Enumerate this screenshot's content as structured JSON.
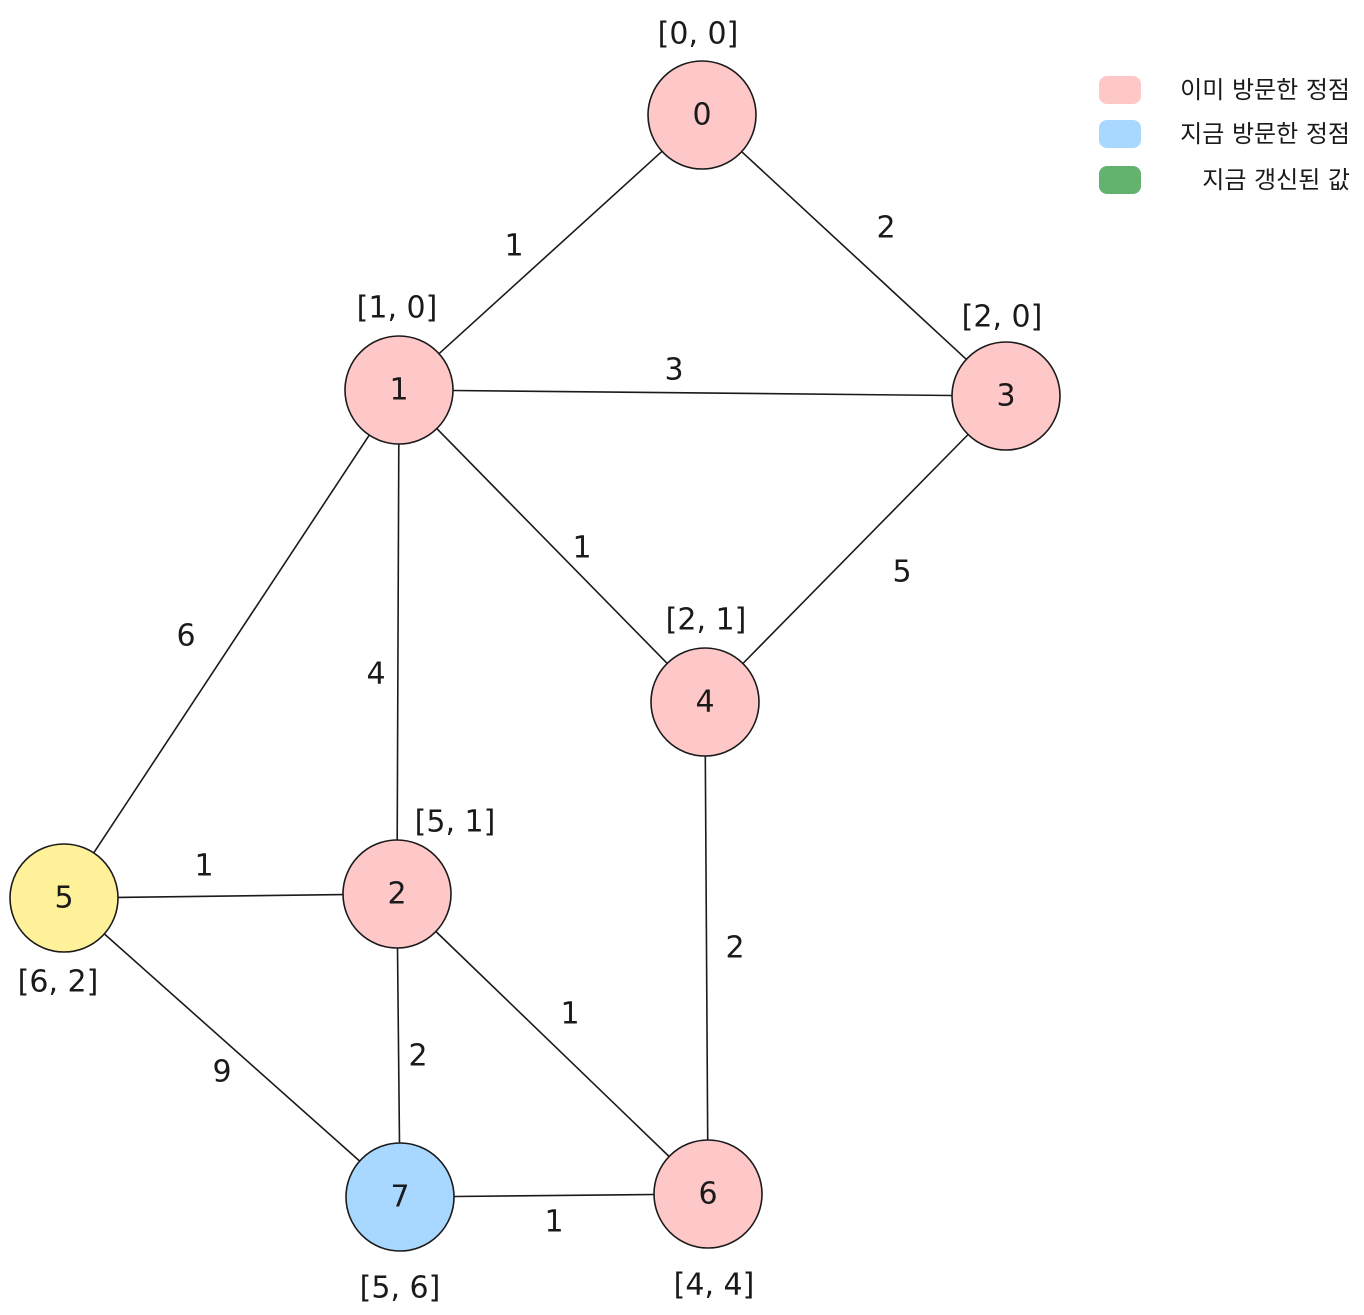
{
  "colors": {
    "visited": "#ffc8c8",
    "current": "#a8d8ff",
    "updated_legend": "#63b36e",
    "highlight": "#fff09a"
  },
  "legend": [
    {
      "label": "이미 방문한 정점",
      "color": "#ffc8c8"
    },
    {
      "label": "지금 방문한 정점",
      "color": "#a8d8ff"
    },
    {
      "label": "지금 갱신된 값",
      "color": "#63b36e"
    }
  ],
  "nodes": [
    {
      "id": "0",
      "label": "0",
      "dist": "[0, 0]",
      "fill": "#ffc8c8"
    },
    {
      "id": "1",
      "label": "1",
      "dist": "[1, 0]",
      "fill": "#ffc8c8"
    },
    {
      "id": "3",
      "label": "3",
      "dist": "[2, 0]",
      "fill": "#ffc8c8"
    },
    {
      "id": "4",
      "label": "4",
      "dist": "[2, 1]",
      "fill": "#ffc8c8"
    },
    {
      "id": "2",
      "label": "2",
      "dist": "[5, 1]",
      "fill": "#ffc8c8"
    },
    {
      "id": "5",
      "label": "5",
      "dist": "[6, 2]",
      "fill": "#fff09a"
    },
    {
      "id": "7",
      "label": "7",
      "dist": "[5, 6]",
      "fill": "#a8d8ff"
    },
    {
      "id": "6",
      "label": "6",
      "dist": "[4, 4]",
      "fill": "#ffc8c8"
    }
  ],
  "edges": [
    {
      "from": "0",
      "to": "1",
      "weight": "1"
    },
    {
      "from": "0",
      "to": "3",
      "weight": "2"
    },
    {
      "from": "1",
      "to": "3",
      "weight": "3"
    },
    {
      "from": "1",
      "to": "4",
      "weight": "1"
    },
    {
      "from": "3",
      "to": "4",
      "weight": "5"
    },
    {
      "from": "1",
      "to": "5",
      "weight": "6"
    },
    {
      "from": "1",
      "to": "2",
      "weight": "4"
    },
    {
      "from": "5",
      "to": "2",
      "weight": "1"
    },
    {
      "from": "5",
      "to": "7",
      "weight": "9"
    },
    {
      "from": "2",
      "to": "7",
      "weight": "2"
    },
    {
      "from": "2",
      "to": "6",
      "weight": "1"
    },
    {
      "from": "4",
      "to": "6",
      "weight": "2"
    },
    {
      "from": "7",
      "to": "6",
      "weight": "1"
    }
  ]
}
